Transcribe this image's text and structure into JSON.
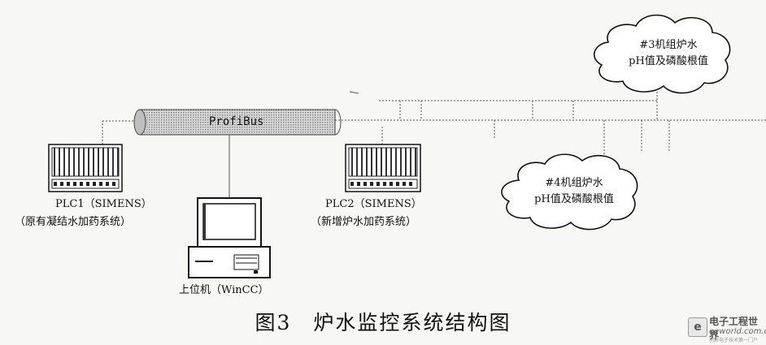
{
  "diagram": {
    "bus_label": "ProfiBus",
    "plc1": {
      "name": "PLC1（SIMENS）",
      "desc": "（原有凝结水加药系统）"
    },
    "plc2": {
      "name": "PLC2（SIMENS）",
      "desc": "（新增炉水加药系统）"
    },
    "host": {
      "name": "上位机（WinCC）"
    },
    "cloud_3": {
      "line1": "#3机组炉水",
      "line2": "pH值及磷酸根值"
    },
    "cloud_4": {
      "line1": "#4机组炉水",
      "line2": "pH值及磷酸根值"
    }
  },
  "caption": "图3　炉水监控系统结构图",
  "watermark": {
    "cn": "电子工程世界",
    "en": "eeworld.com.cn",
    "sub": "创新电子技术第一门户"
  }
}
